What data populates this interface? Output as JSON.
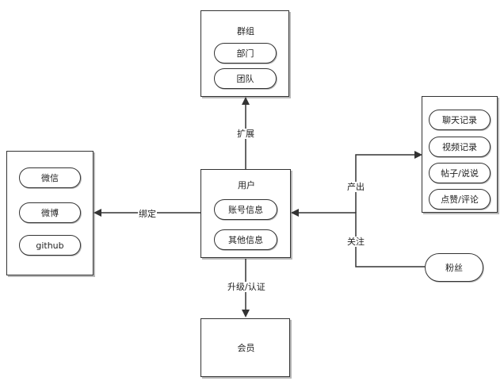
{
  "nodes": {
    "group": {
      "title": "群组",
      "items": [
        "部门",
        "团队"
      ]
    },
    "user": {
      "title": "用户",
      "items": [
        "账号信息",
        "其他信息"
      ]
    },
    "bindings": {
      "items": [
        "微信",
        "微博",
        "github"
      ]
    },
    "content": {
      "items": [
        "聊天记录",
        "视频记录",
        "帖子/说说",
        "点赞/评论"
      ]
    },
    "fans": {
      "label": "粉丝"
    },
    "member": {
      "label": "会员"
    }
  },
  "edges": {
    "expand": "扩展",
    "bind": "绑定",
    "produce": "产出",
    "follow": "关注",
    "upgrade": "升级/认证"
  },
  "colors": {
    "line": "#333333",
    "background": "#ffffff"
  }
}
